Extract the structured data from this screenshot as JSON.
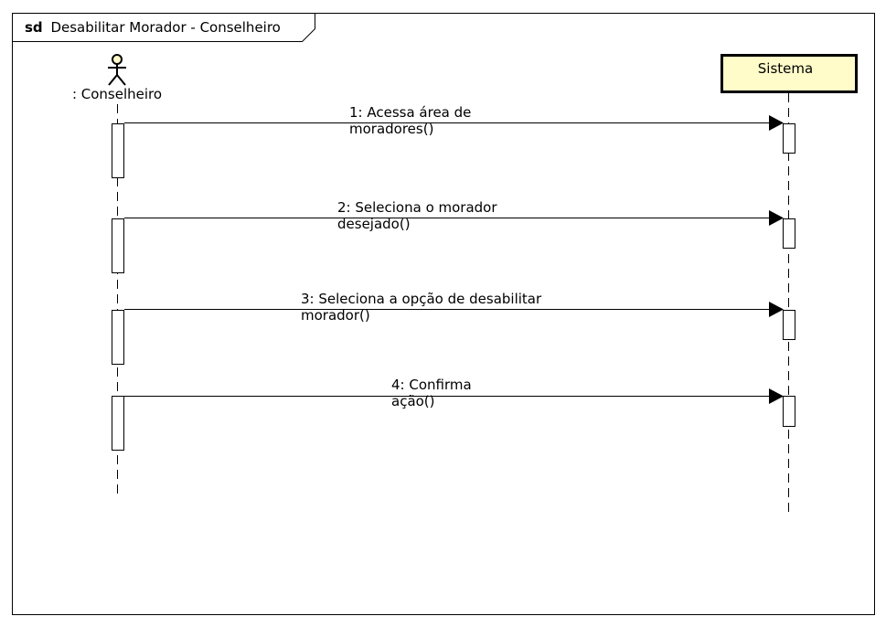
{
  "frame": {
    "keyword": "sd",
    "title": "Desabilitar Morador - Conselheiro"
  },
  "actor": {
    "label": ": Conselheiro",
    "icon": "stick-figure-actor-icon"
  },
  "system": {
    "label": "Sistema",
    "fill_color": "#fffcc9"
  },
  "messages": [
    {
      "line1": "1: Acessa área de",
      "line2": "moradores()"
    },
    {
      "line1": "2: Seleciona o morador",
      "line2": "desejado()"
    },
    {
      "line1": "3: Seleciona a opção de desabilitar",
      "line2": "morador()"
    },
    {
      "line1": "4: Confirma",
      "line2": "ação()"
    }
  ]
}
